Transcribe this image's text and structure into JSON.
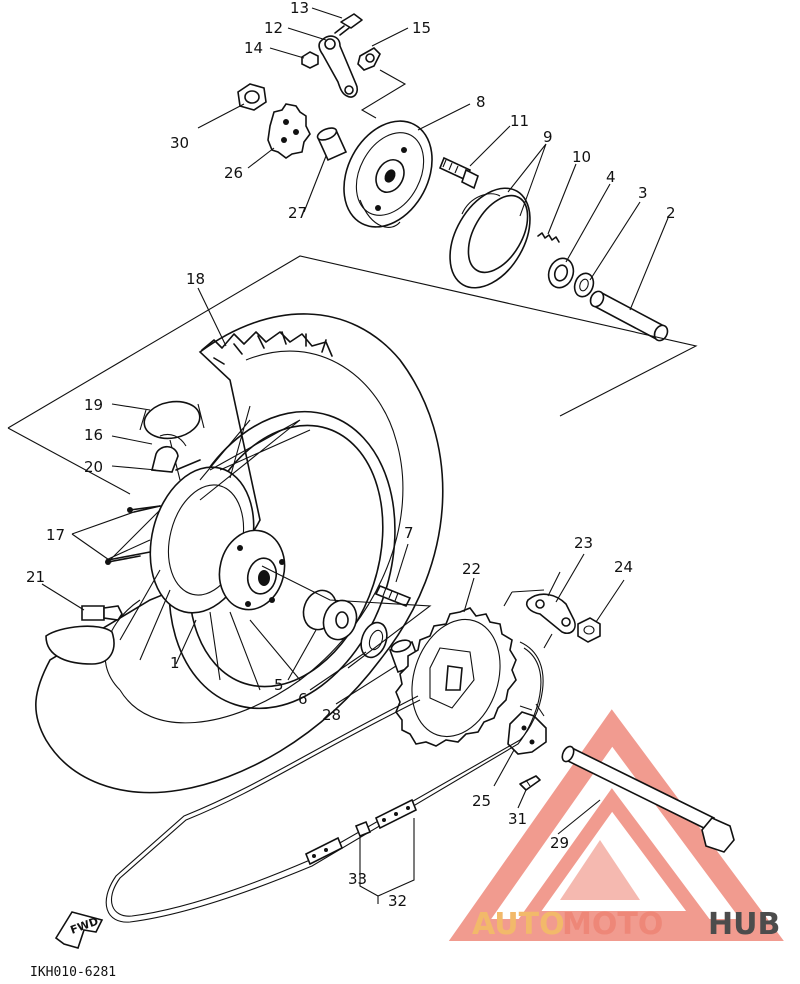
{
  "diagram": {
    "drawing_code": "IKH010-6281",
    "direction_label": "FWD",
    "callouts": [
      {
        "id": "c13",
        "label": "13"
      },
      {
        "id": "c12",
        "label": "12"
      },
      {
        "id": "c15",
        "label": "15"
      },
      {
        "id": "c14",
        "label": "14"
      },
      {
        "id": "c8",
        "label": "8"
      },
      {
        "id": "c30",
        "label": "30"
      },
      {
        "id": "c11",
        "label": "11"
      },
      {
        "id": "c9",
        "label": "9"
      },
      {
        "id": "c10",
        "label": "10"
      },
      {
        "id": "c4",
        "label": "4"
      },
      {
        "id": "c3",
        "label": "3"
      },
      {
        "id": "c2",
        "label": "2"
      },
      {
        "id": "c26",
        "label": "26"
      },
      {
        "id": "c27",
        "label": "27"
      },
      {
        "id": "c18",
        "label": "18"
      },
      {
        "id": "c19",
        "label": "19"
      },
      {
        "id": "c16",
        "label": "16"
      },
      {
        "id": "c20",
        "label": "20"
      },
      {
        "id": "c17",
        "label": "17"
      },
      {
        "id": "c7",
        "label": "7"
      },
      {
        "id": "c23",
        "label": "23"
      },
      {
        "id": "c22",
        "label": "22"
      },
      {
        "id": "c24",
        "label": "24"
      },
      {
        "id": "c21",
        "label": "21"
      },
      {
        "id": "c1",
        "label": "1"
      },
      {
        "id": "c5",
        "label": "5"
      },
      {
        "id": "c6",
        "label": "6"
      },
      {
        "id": "c28",
        "label": "28"
      },
      {
        "id": "c25",
        "label": "25"
      },
      {
        "id": "c31",
        "label": "31"
      },
      {
        "id": "c29",
        "label": "29"
      },
      {
        "id": "c33",
        "label": "33"
      },
      {
        "id": "c32",
        "label": "32"
      }
    ]
  },
  "watermark": {
    "part1": "AUTO",
    "part2": "MOTO",
    "part3": "HUB",
    "colors": {
      "auto": "#f2b96a",
      "moto": "#ee8778",
      "hub": "#4c4c4c",
      "triangle": "#ef8a7c"
    }
  }
}
